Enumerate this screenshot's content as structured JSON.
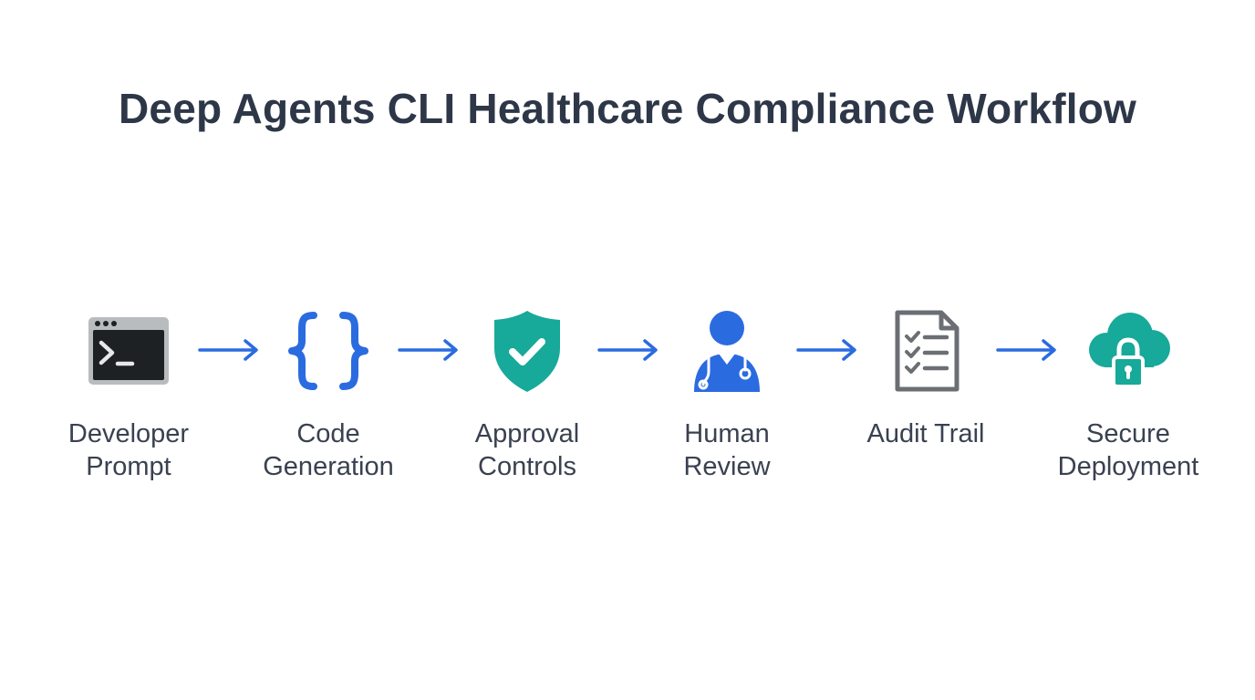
{
  "title": "Deep Agents CLI Healthcare Compliance Workflow",
  "colors": {
    "title": "#2d3748",
    "label": "#3a4150",
    "blue": "#2b6be0",
    "teal": "#17a99a",
    "gray": "#6b6f74"
  },
  "steps": [
    {
      "icon": "terminal-icon",
      "lines": [
        "Developer",
        "Prompt"
      ]
    },
    {
      "icon": "curly-braces-icon",
      "lines": [
        "Code",
        "Generation"
      ]
    },
    {
      "icon": "shield-check-icon",
      "lines": [
        "Approval",
        "Controls"
      ]
    },
    {
      "icon": "doctor-icon",
      "lines": [
        "Human",
        "Review"
      ]
    },
    {
      "icon": "checklist-document-icon",
      "lines": [
        "Audit Trail"
      ]
    },
    {
      "icon": "cloud-lock-icon",
      "lines": [
        "Secure",
        "Deployment"
      ]
    }
  ]
}
